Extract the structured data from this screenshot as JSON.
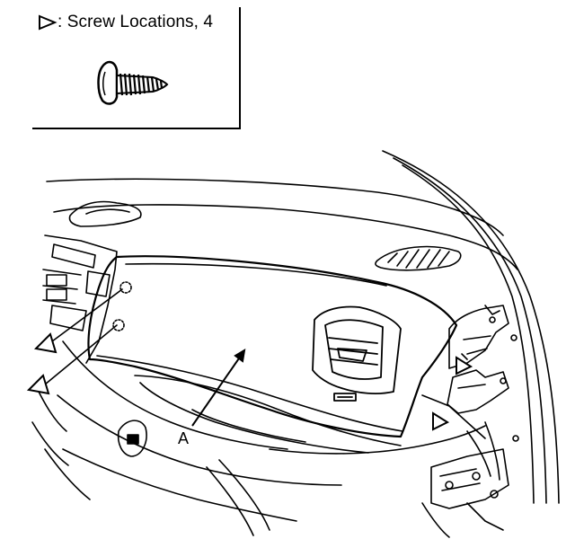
{
  "legend": {
    "marker_icon": "triangle-marker-icon",
    "text": "▷: Screw Locations, 4",
    "label_suffix": ": Screw Locations, 4",
    "screw_icon": "screw-icon"
  },
  "callouts": {
    "a": "A"
  },
  "screw_markers": [
    {
      "name": "screw-marker-left-upper"
    },
    {
      "name": "screw-marker-left-lower"
    },
    {
      "name": "screw-marker-right-upper"
    },
    {
      "name": "screw-marker-right-lower"
    }
  ],
  "colors": {
    "ink": "#000000",
    "paper": "#ffffff"
  }
}
